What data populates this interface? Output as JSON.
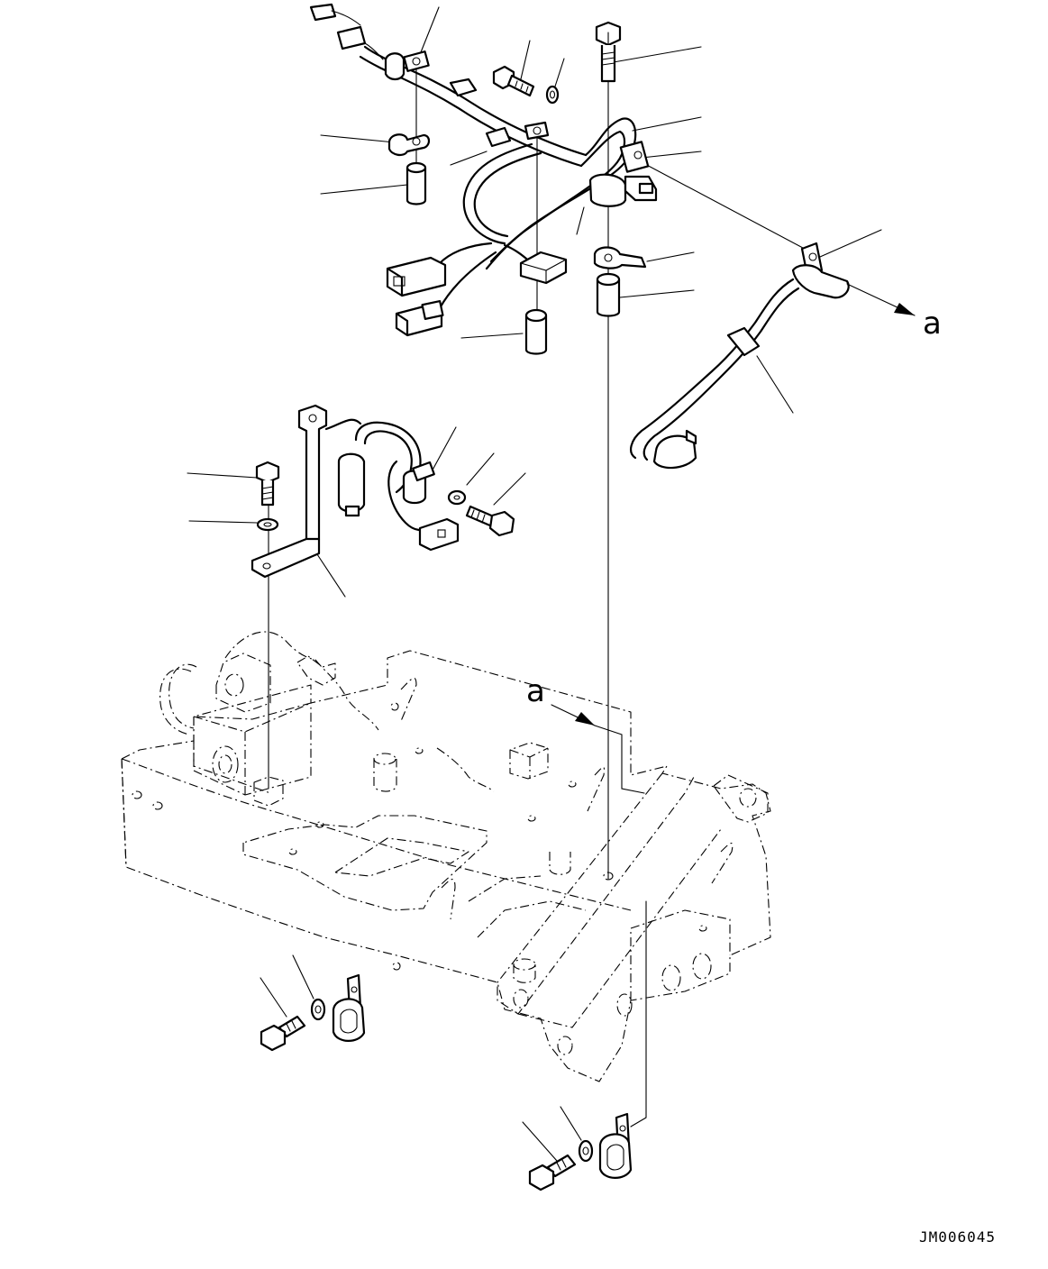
{
  "drawing": {
    "view_label_upper": "a",
    "view_label_lower": "a",
    "drawing_code": "JM006045"
  },
  "parts": [
    "wiring-harness",
    "harness-clamp",
    "spacer",
    "bolt",
    "washer",
    "bracket",
    "pressure-switch",
    "sensor",
    "connector",
    "frame"
  ]
}
